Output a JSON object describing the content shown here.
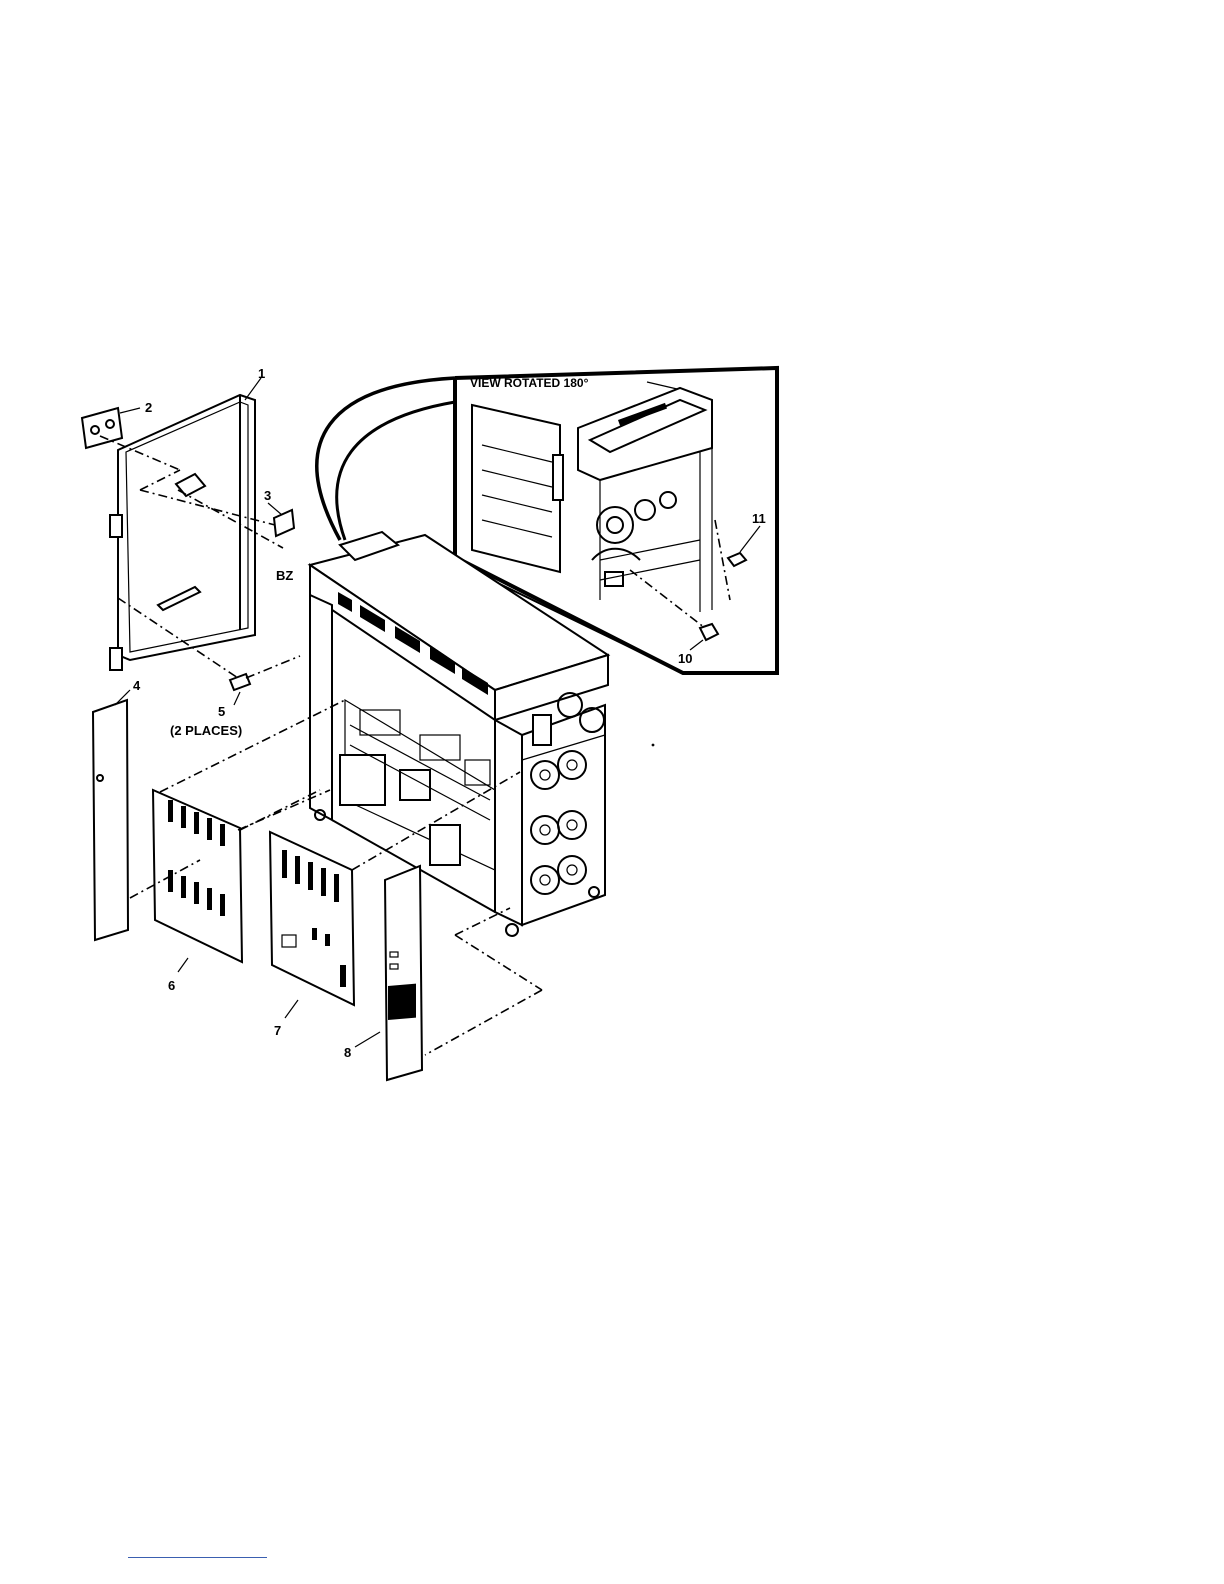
{
  "diagram": {
    "inset_title": "VIEW ROTATED 180°",
    "callouts": {
      "c1": "1",
      "c2": "2",
      "c3": "3",
      "c4": "4",
      "c5": "5",
      "c5_note": "(2 PLACES)",
      "c6": "6",
      "c7": "7",
      "c8": "8",
      "c10": "10",
      "c11": "11",
      "cBZ": "BZ"
    }
  }
}
